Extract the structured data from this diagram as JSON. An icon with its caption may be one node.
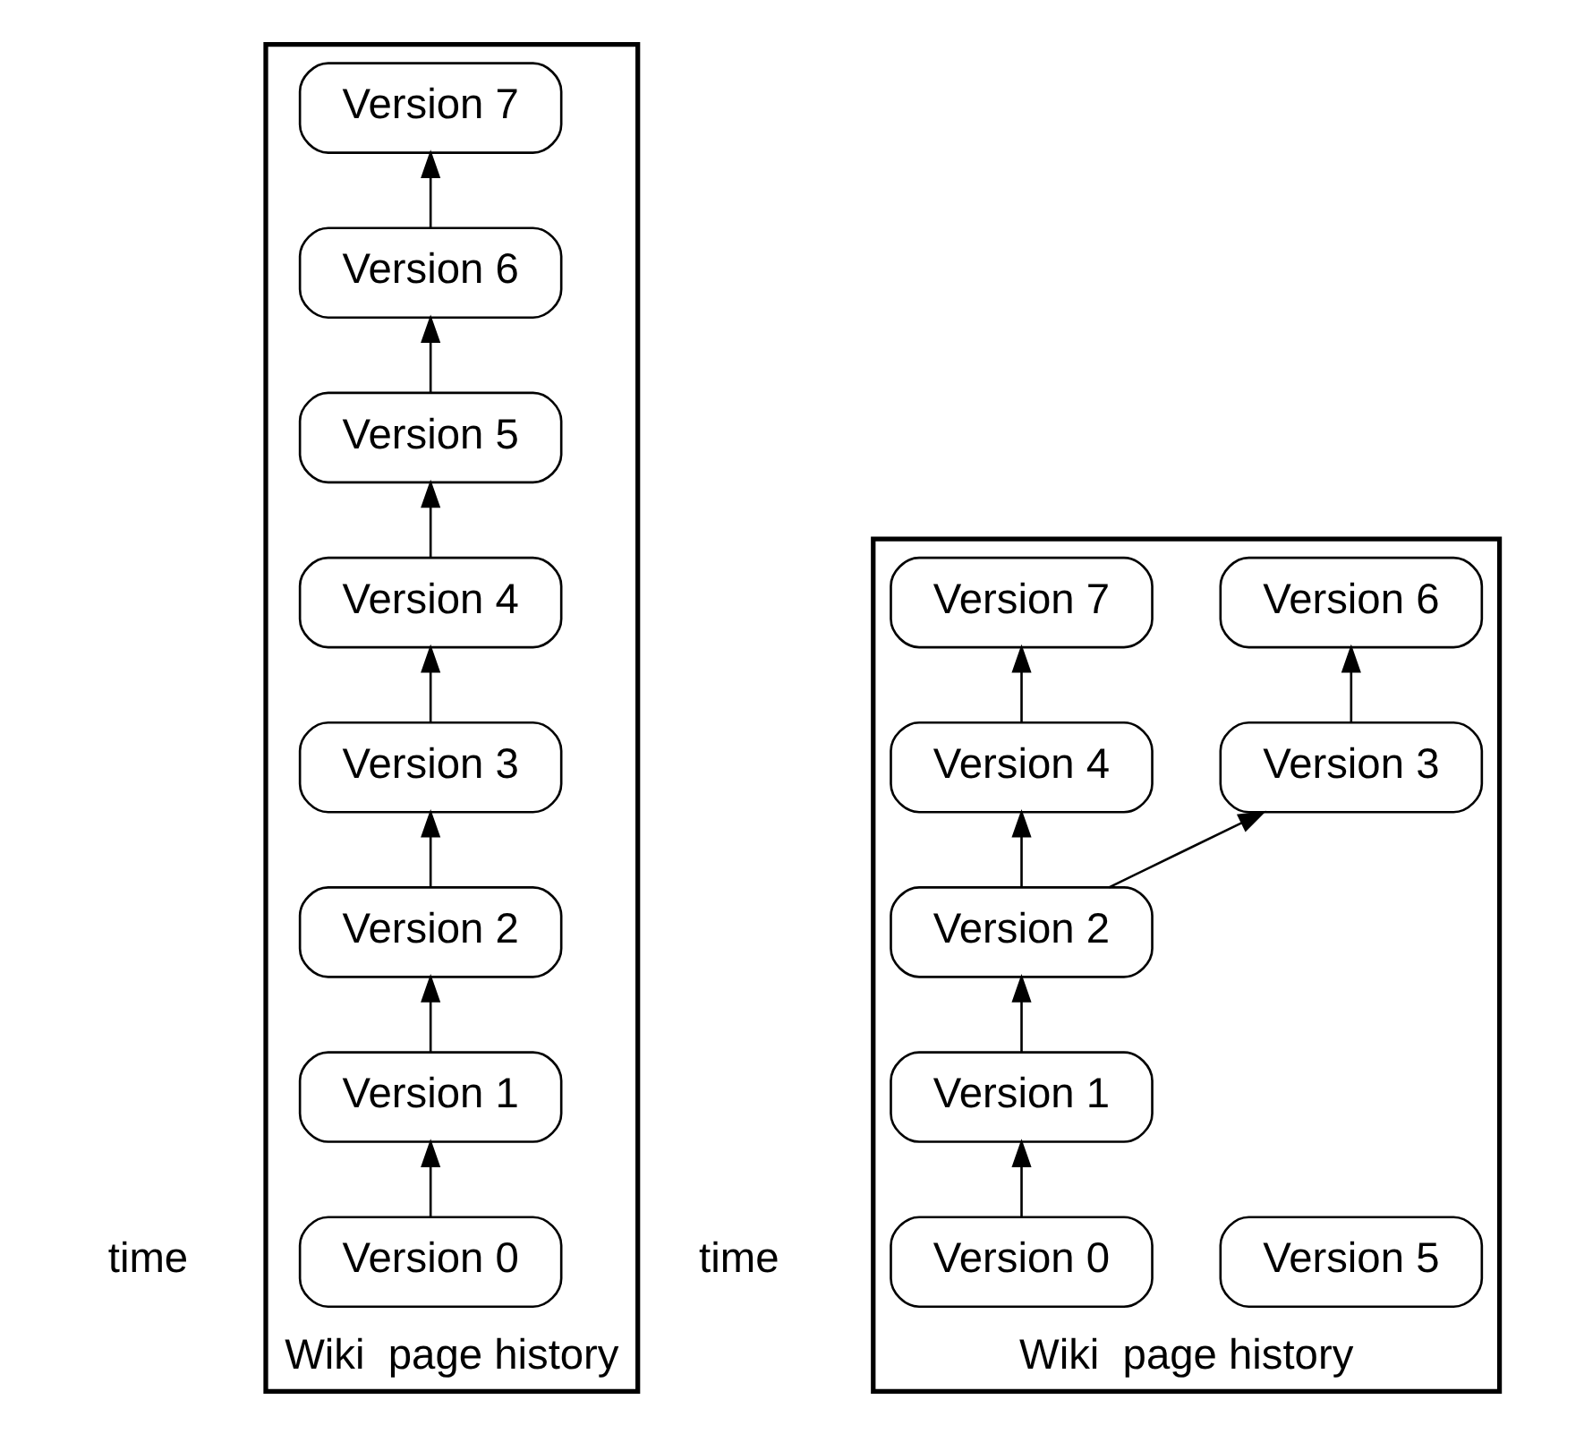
{
  "diagram": {
    "nodes": [
      {
        "text": [
          "Wiki  page history"
        ]
      },
      {
        "text": [
          "Version 7"
        ],
        "in": 0
      },
      {
        "text": [
          "Version 6"
        ],
        "in": 0
      },
      {
        "text": [
          "Version 5"
        ],
        "in": 0
      },
      {
        "text": [
          "Version 4"
        ],
        "in": 0
      },
      {
        "text": [
          "Version 3"
        ],
        "in": 0
      },
      {
        "text": [
          "Version 2"
        ],
        "in": 0
      },
      {
        "text": [
          "Version 1"
        ],
        "in": 0
      },
      {
        "text": [
          "Version 0"
        ],
        "in": 0
      },
      {
        "text": [
          "Wiki  page history"
        ]
      },
      {
        "text": [
          "Version 7"
        ],
        "in": 9
      },
      {
        "text": [
          "Version 6"
        ],
        "in": 9
      },
      {
        "text": [
          "Version 5"
        ],
        "in": 9
      },
      {
        "text": [
          "Version 4"
        ],
        "in": 9
      },
      {
        "text": [
          "Version 3"
        ],
        "in": 9
      },
      {
        "text": [
          "Version 2"
        ],
        "in": 9
      },
      {
        "text": [
          "Version 1"
        ],
        "in": 9
      },
      {
        "text": [
          "Version 0"
        ],
        "in": 9
      }
    ],
    "edges": [
      {
        "from": 8,
        "to": 7,
        "arrow": "to"
      },
      {
        "from": 7,
        "to": 6,
        "arrow": "to"
      },
      {
        "from": 6,
        "to": 5,
        "arrow": "to"
      },
      {
        "from": 5,
        "to": 4,
        "arrow": "to"
      },
      {
        "from": 4,
        "to": 3,
        "arrow": "to"
      },
      {
        "from": 3,
        "to": 2,
        "arrow": "to"
      },
      {
        "from": 2,
        "to": 1,
        "arrow": "to"
      },
      {
        "from": 17,
        "to": 16,
        "arrow": "to"
      },
      {
        "from": 16,
        "to": 15,
        "arrow": "to"
      },
      {
        "from": 15,
        "to": 13,
        "arrow": "to"
      },
      {
        "from": 15,
        "to": 14,
        "arrow": "to"
      },
      {
        "from": 13,
        "to": 10,
        "arrow": "to"
      },
      {
        "from": 14,
        "to": 11,
        "arrow": "to"
      }
    ],
    "labels": [
      "time",
      "time"
    ]
  }
}
